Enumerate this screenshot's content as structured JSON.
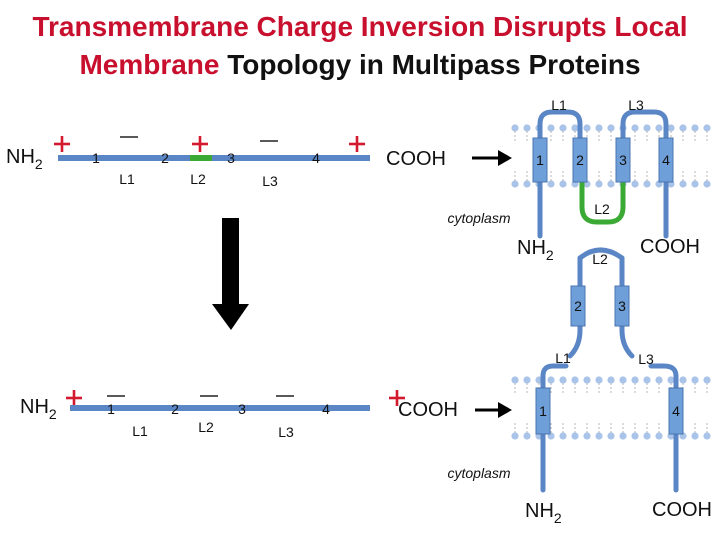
{
  "title": {
    "line1": "Transmembrane Charge Inversion Disrupts Local",
    "line2_part1": "Membrane",
    "line2_part2": " Topology in Multipass Proteins"
  },
  "colors": {
    "title_red": "#c8102e",
    "helix_fill": "#6f9fd8",
    "chain_blue": "#5b86c5",
    "loop_green": "#3aaa35",
    "charge_red": "#d4182e",
    "lipid_blue": "#a9c4e8",
    "arrow": "#000000"
  },
  "labels": {
    "nh2_base": "NH",
    "nh2_sub": "2",
    "cooh": "COOH",
    "cytoplasm": "cytoplasm",
    "plus": "+",
    "minus": "–"
  },
  "linear_top": {
    "segments": [
      "1",
      "2",
      "3",
      "4"
    ],
    "loops": [
      "L1",
      "L2",
      "L3"
    ]
  },
  "linear_bottom": {
    "segments": [
      "1",
      "2",
      "3",
      "4"
    ],
    "loops": [
      "L1",
      "L2",
      "L3"
    ]
  },
  "membrane_top": {
    "helices": [
      "1",
      "2",
      "3",
      "4"
    ],
    "loops": [
      "L1",
      "L2",
      "L3"
    ]
  },
  "membrane_bottom": {
    "helices": [
      "1",
      "4"
    ],
    "loops": [
      "L1",
      "L2",
      "L3"
    ],
    "floating_helices": [
      "2",
      "3"
    ]
  }
}
